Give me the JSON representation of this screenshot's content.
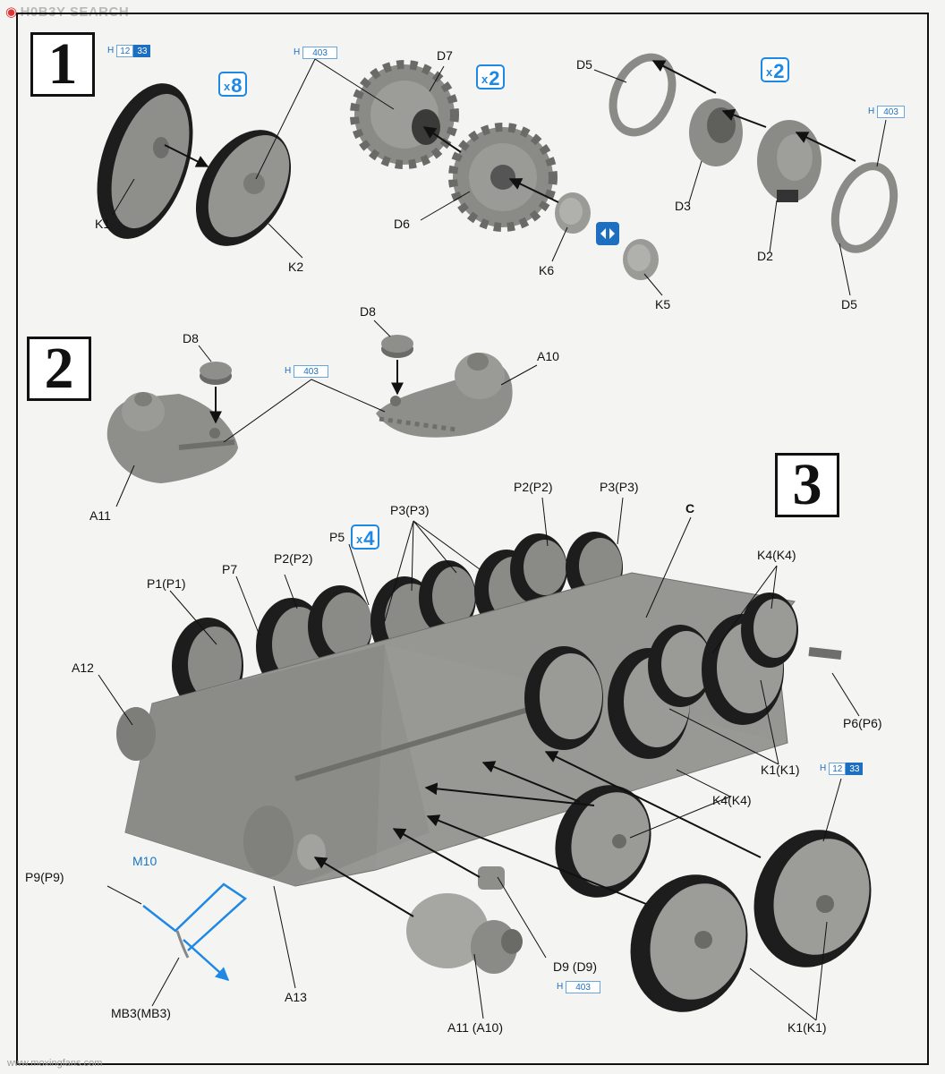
{
  "watermark": {
    "site": "H0B3Y SEARCH",
    "footer": "www.moxingfans.com"
  },
  "steps": [
    "1",
    "2",
    "3"
  ],
  "multipliers": {
    "x8": "8",
    "x2a": "2",
    "x2b": "2",
    "x4": "4",
    "x_symbol": "x"
  },
  "tags": {
    "h_prefix": "H",
    "code_12": "12",
    "code_33": "33",
    "code_403": "403"
  },
  "labels": {
    "k1": "K1",
    "k2": "K2",
    "d7": "D7",
    "d6": "D6",
    "k6": "K6",
    "k5": "K5",
    "d5_top": "D5",
    "d5_bottom": "D5",
    "d3": "D3",
    "d2": "D2",
    "d8_left": "D8",
    "d8_right": "D8",
    "a10": "A10",
    "a11": "A11",
    "c": "C",
    "p2_top": "P2(P2)",
    "p3_top": "P3(P3)",
    "p3_mid": "P3(P3)",
    "p5": "P5",
    "p7": "P7",
    "p2_left": "P2(P2)",
    "p1": "P1(P1)",
    "k4_top": "K4(K4)",
    "a12": "A12",
    "p6": "P6(P6)",
    "k1_mid": "K1(K1)",
    "k4_mid": "K4(K4)",
    "m10": "M10",
    "p9": "P9(P9)",
    "mb3": "MB3(MB3)",
    "a13": "A13",
    "a11_a10": "A11 (A10)",
    "d9": "D9 (D9)",
    "k1_bottom": "K1(K1)"
  },
  "colors": {
    "accent": "#1e88e5",
    "part_gray": "#8d8d8a",
    "tire": "#1a1a1a",
    "line": "#111111"
  }
}
